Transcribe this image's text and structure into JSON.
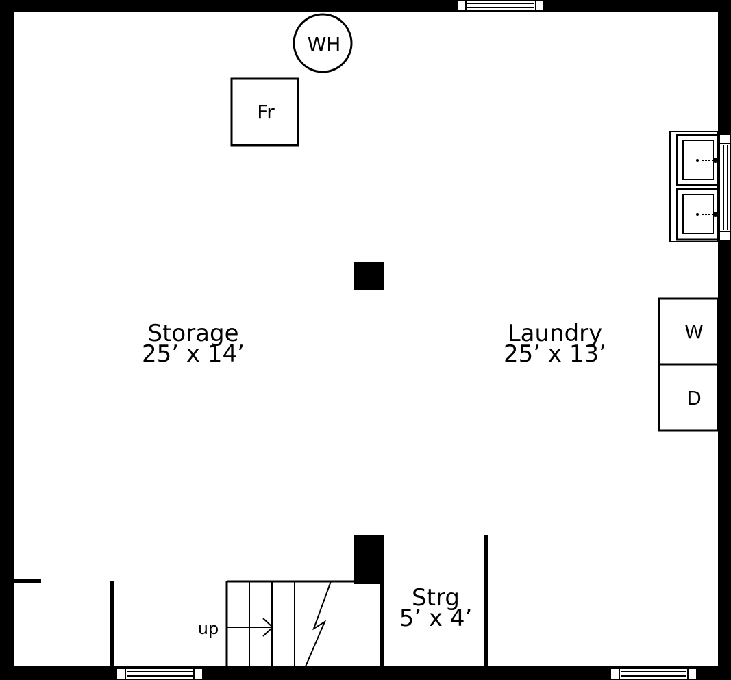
{
  "rooms": {
    "storage": {
      "name": "Storage",
      "size": "25’ x 14’"
    },
    "laundry": {
      "name": "Laundry",
      "size": "25’ x 13’"
    },
    "strg": {
      "name": "Strg",
      "size": "5’ x 4’"
    }
  },
  "fixtures": {
    "water_heater": "WH",
    "freezer": "Fr",
    "washer": "W",
    "dryer": "D"
  },
  "stairs": {
    "direction_label": "up"
  },
  "colors": {
    "wall": "#000000",
    "floor": "#ffffff"
  }
}
